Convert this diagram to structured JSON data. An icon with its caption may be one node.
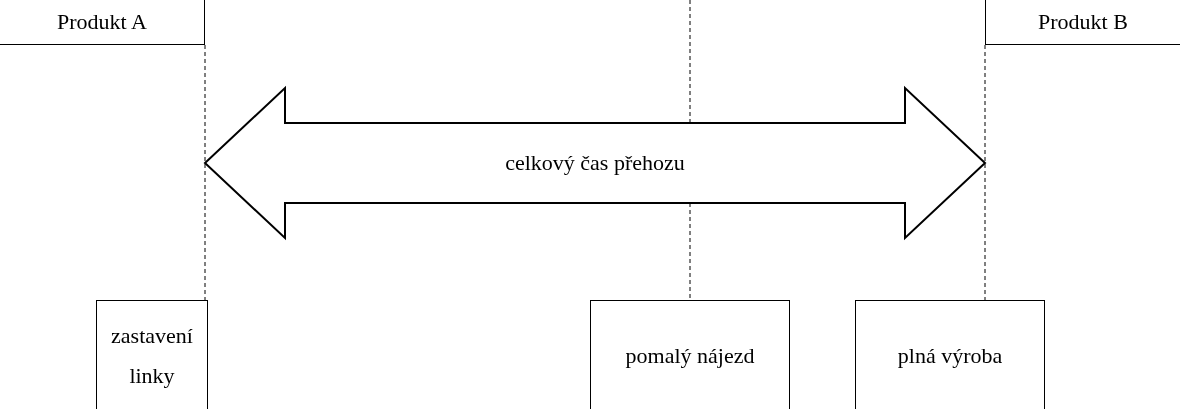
{
  "diagram": {
    "nodes": [
      {
        "text": [
          "Produkt A"
        ]
      },
      {
        "text": [
          "Produkt B"
        ]
      },
      {
        "text": [
          "celkový čas přehozu"
        ]
      },
      {
        "text": [
          "zastavení linky"
        ]
      },
      {
        "text": [
          "pomalý nájezd"
        ]
      },
      {
        "text": [
          "plná výroba"
        ]
      }
    ],
    "edges": [
      {
        "from": 0,
        "to": 3,
        "arrow": "none",
        "style": "dashed"
      },
      {
        "from": null,
        "to": 4,
        "arrow": "none",
        "style": "dashed"
      },
      {
        "from": 1,
        "to": 5,
        "arrow": "none",
        "style": "dashed"
      }
    ]
  }
}
